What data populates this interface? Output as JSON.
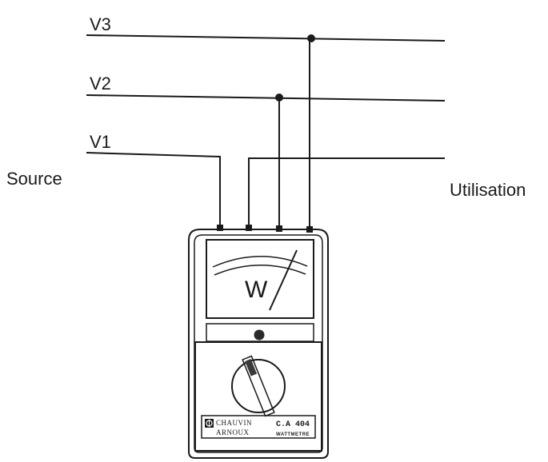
{
  "phases": {
    "v3": "V3",
    "v2": "V2",
    "v1": "V1"
  },
  "sides": {
    "source": "Source",
    "load": "Utilisation"
  },
  "meter": {
    "unit_symbol": "W",
    "brand_line1": "CHAUVIN",
    "brand_line2": "ARNOUX",
    "model": "C.A 404",
    "type": "WATTMETRE"
  },
  "colors": {
    "ink": "#1a1a1a",
    "background": "#ffffff"
  },
  "icons": {
    "logo": "chauvin-arnoux-logo-icon",
    "junction": "junction-dot-icon",
    "selector": "rotary-selector-knob-icon"
  }
}
